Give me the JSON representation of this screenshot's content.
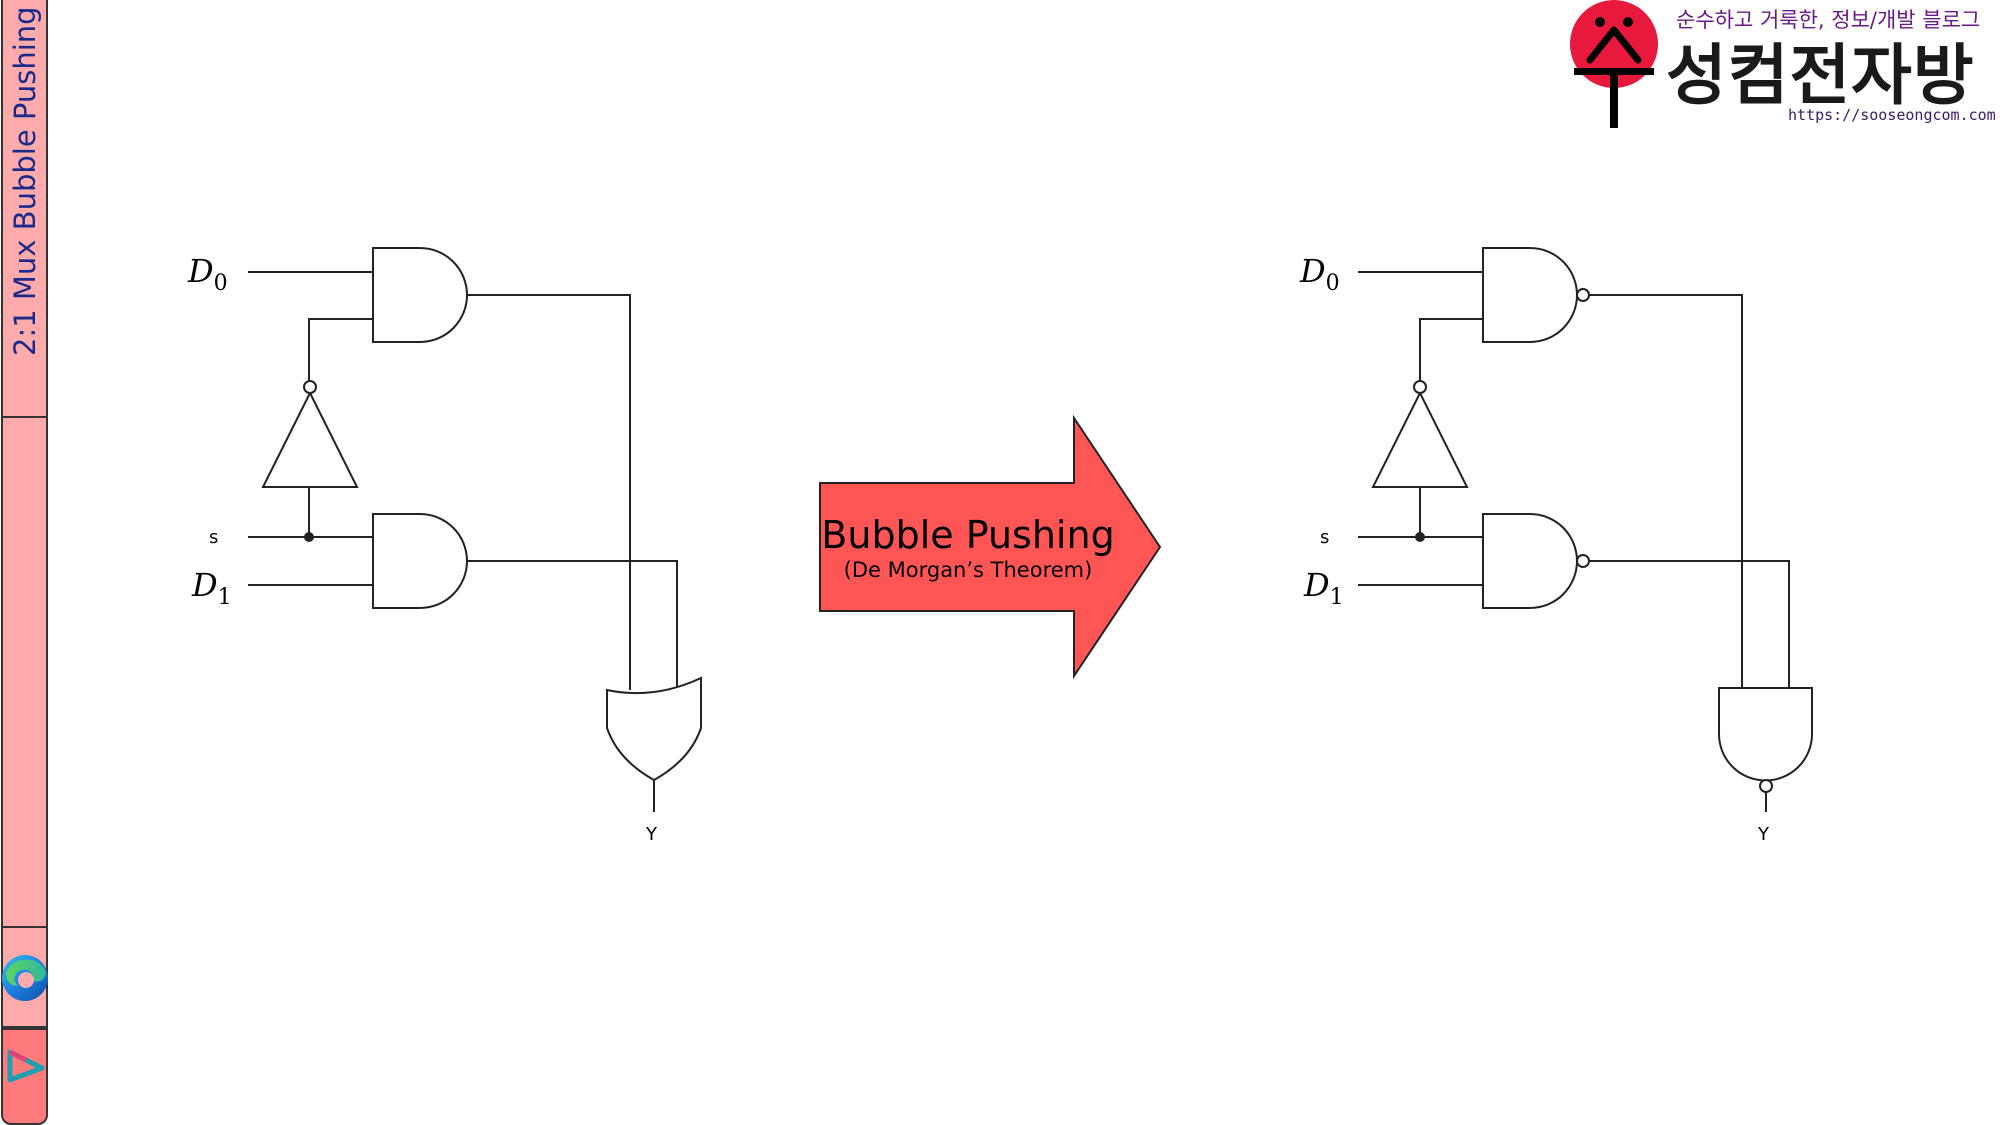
{
  "sidebar": {
    "title": "2:1 Mux Bubble Pushing",
    "icons": [
      "edge-browser-icon",
      "app-launcher-icon"
    ]
  },
  "brand": {
    "slogan": "순수하고 거룩한, 정보/개발 블로그",
    "name": "성컴전자방",
    "url": "https://sooseongcom.com",
    "logo_glyph": "수",
    "logo_color": "#e8193c"
  },
  "left_circuit": {
    "inputs": {
      "d0": "D",
      "d0_sub": "0",
      "s": "s",
      "d1": "D",
      "d1_sub": "1"
    },
    "output": "Y"
  },
  "arrow": {
    "title": "Bubble Pushing",
    "subtitle": "(De Morgan’s Theorem)",
    "color": "#ff5555"
  },
  "right_circuit": {
    "inputs": {
      "d0": "D",
      "d0_sub": "0",
      "s": "s",
      "d1": "D",
      "d1_sub": "1"
    },
    "output": "Y"
  }
}
